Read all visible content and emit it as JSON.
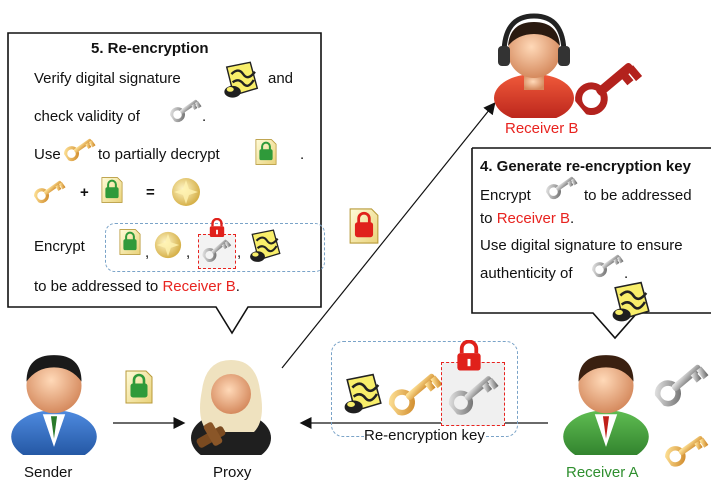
{
  "diagram": {
    "actors": {
      "sender": "Sender",
      "proxy": "Proxy",
      "receiver_a": "Receiver A",
      "receiver_b": "Receiver B"
    },
    "reencryption_key_label": "Re-encryption key",
    "box5": {
      "title": "5. Re-encryption",
      "line1_a": "Verify digital signature",
      "line1_b": "and",
      "line2": "check validity of",
      "line2_end": ".",
      "line3_a": "Use",
      "line3_b": "to partially decrypt",
      "line3_end": ".",
      "plus": "+",
      "equals": "=",
      "line5": "Encrypt",
      "comma": ",",
      "line6_a": "to be addressed to ",
      "line6_b": "Receiver B",
      "line6_end": "."
    },
    "box4": {
      "title": "4. Generate re-encryption key",
      "line1_a": "Encrypt",
      "line1_b": "to be addressed",
      "line2_a": "to ",
      "line2_b": "Receiver B",
      "line2_end": ".",
      "line3": "Use digital signature to ensure",
      "line4": "authenticity of",
      "line4_end": "."
    },
    "colors": {
      "receiver_b_text": "#e8231f",
      "receiver_a_text": "#2f8f2f",
      "dashed_frame": "#7aa3c8",
      "red_dashed": "#e8231f"
    }
  }
}
